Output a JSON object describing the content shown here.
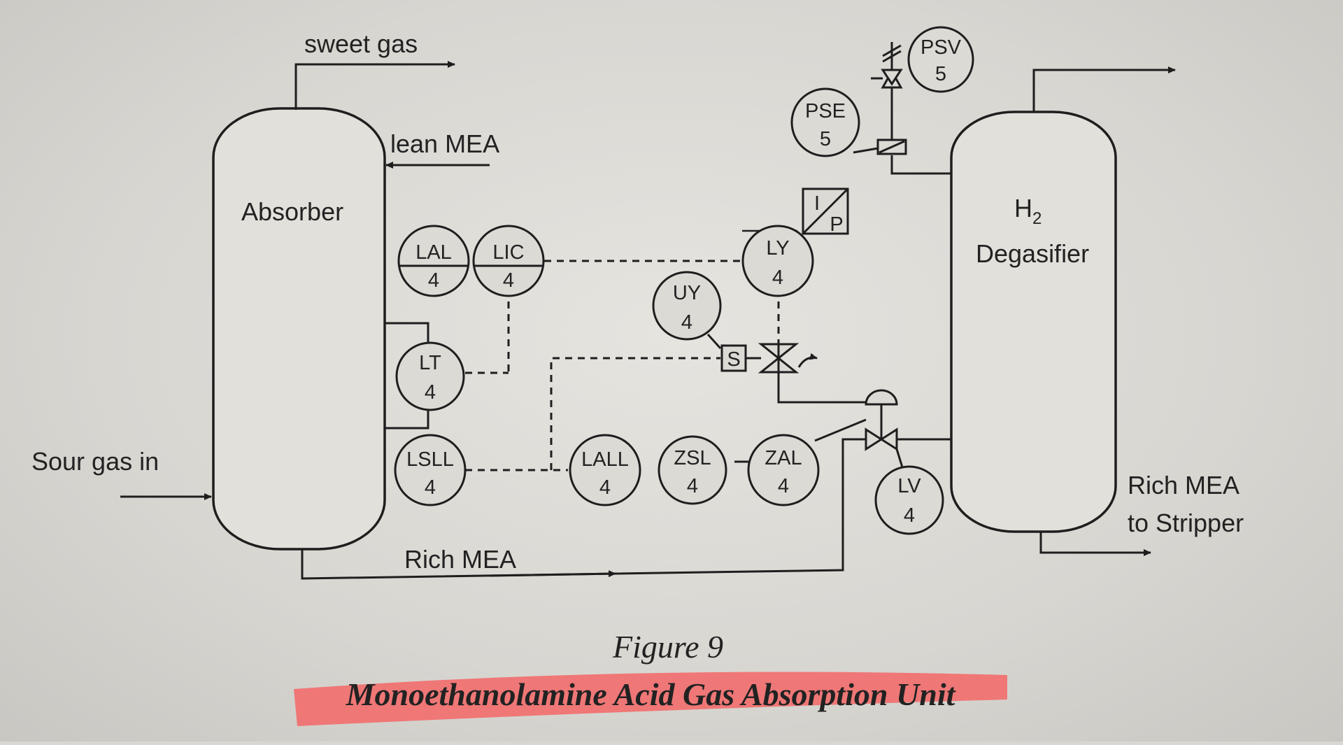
{
  "streams": {
    "sweet_gas": "sweet gas",
    "lean_mea": "lean MEA",
    "sour_gas_in": "Sour gas in",
    "rich_mea": "Rich MEA",
    "rich_mea_to_stripper_1": "Rich MEA",
    "rich_mea_to_stripper_2": "to Stripper"
  },
  "vessels": {
    "absorber": "Absorber",
    "degasifier_formula": "H",
    "degasifier_formula_sub": "2",
    "degasifier": "Degasifier"
  },
  "instruments": {
    "lal": {
      "tag": "LAL",
      "loop": "4"
    },
    "lic": {
      "tag": "LIC",
      "loop": "4"
    },
    "lt": {
      "tag": "LT",
      "loop": "4"
    },
    "lsll": {
      "tag": "LSLL",
      "loop": "4"
    },
    "uy": {
      "tag": "UY",
      "loop": "4"
    },
    "ly": {
      "tag": "LY",
      "loop": "4"
    },
    "lall": {
      "tag": "LALL",
      "loop": "4"
    },
    "zsl": {
      "tag": "ZSL",
      "loop": "4"
    },
    "zal": {
      "tag": "ZAL",
      "loop": "4"
    },
    "lv": {
      "tag": "LV",
      "loop": "4"
    },
    "pse": {
      "tag": "PSE",
      "loop": "5"
    },
    "psv": {
      "tag": "PSV",
      "loop": "5"
    }
  },
  "symbols": {
    "i_p_top": "I",
    "i_p_bottom": "P",
    "solenoid": "S"
  },
  "caption": {
    "figure": "Figure 9",
    "title": "Monoethanolamine Acid Gas Absorption Unit",
    "highlight_color": "#f26a6a"
  }
}
